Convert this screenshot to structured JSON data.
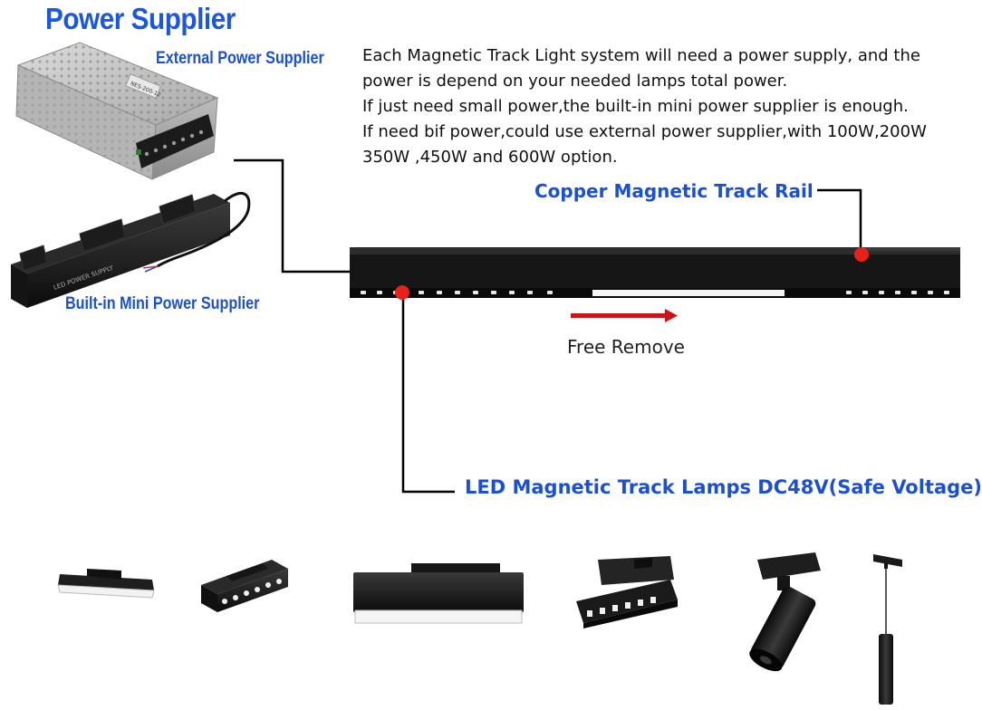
{
  "title": "Power Supplier",
  "labels": {
    "external": "External Power Supplier",
    "mini": "Built-in Mini Power Supplier",
    "rail": "Copper  Magnetic Track Rail",
    "lamps": "LED Magnetic Track Lamps DC48V(Safe Voltage)",
    "free_remove": "Free Remove"
  },
  "description": [
    "Each Magnetic Track Light system will need a power supply, and the",
    "power is depend on your needed lamps total power.",
    "If just need small power,the built-in mini power supplier is enough.",
    "If need bif power,could use external power supplier,with 100W,200W",
    "350W ,450W and 600W option."
  ],
  "colors": {
    "title": "#1a56e8",
    "label": "#1a4fd8",
    "marker": "#e8201c",
    "arrow": "#c8151a",
    "track": "#141414"
  },
  "psu_text": {
    "external_model": "NES-200-12",
    "mini_print": "LED POWER SUPPLY"
  }
}
